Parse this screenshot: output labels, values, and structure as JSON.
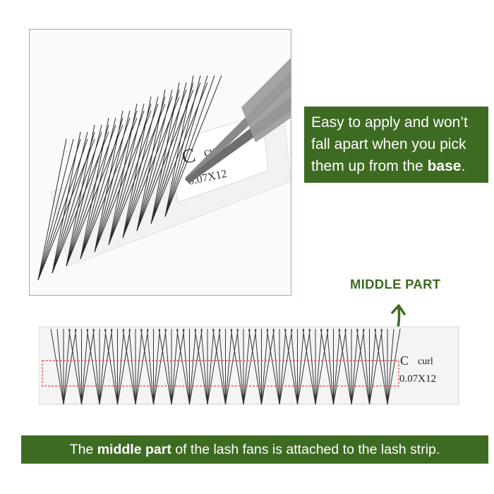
{
  "photo": {
    "card_letter": "C",
    "card_curl": "curl",
    "card_size": "0.07X12"
  },
  "callout": {
    "line1": "Easy to  apply and won’t",
    "line2": "fall apart when you pick",
    "line3_pre": "them up from the ",
    "line3_bold": "base",
    "line3_post": "."
  },
  "middle_label": "MIDDLE PART",
  "strip": {
    "curl_letter": "C",
    "curl_word": "curl",
    "size": "0.07X12"
  },
  "footer": {
    "pre": "The ",
    "bold": "middle part",
    "post": " of the lash fans is attached to the lash strip."
  },
  "colors": {
    "brand_green": "#3e6b22",
    "frame_green": "#8fbf7a",
    "dashed_red": "#e0463c"
  }
}
